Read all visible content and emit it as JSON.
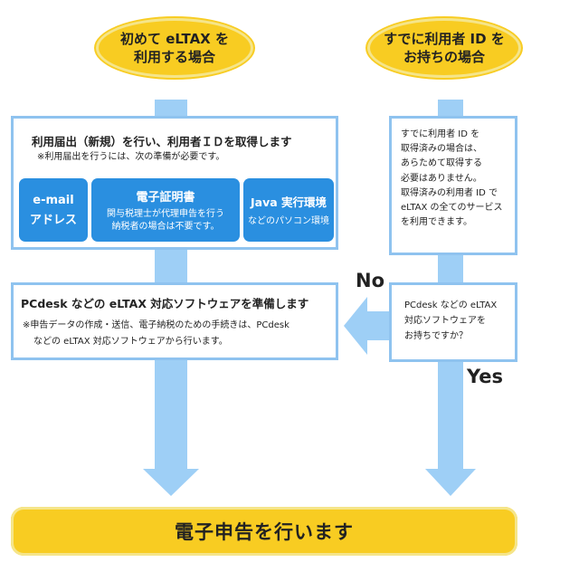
{
  "start_new": {
    "line1": "初めて eLTAX を",
    "line2": "利用する場合"
  },
  "start_existing": {
    "line1": "すでに利用者 ID を",
    "line2": "お持ちの場合"
  },
  "register_box": {
    "title": "利用届出（新規）を行い、利用者ＩＤを取得します",
    "note": "※利用届出を行うには、次の準備が必要です。",
    "req_email": {
      "line1": "e-mail",
      "line2": "アドレス"
    },
    "req_cert": {
      "title": "電子証明書",
      "line1": "関与税理士が代理申告を行う",
      "line2": "納税者の場合は不要です。"
    },
    "req_java": {
      "title": "Java 実行環境",
      "sub": "などのパソコン環境"
    }
  },
  "existing_box": {
    "lines": [
      "すでに利用者 ID を",
      "取得済みの場合は、",
      "あらためて取得する",
      "必要はありません。",
      "取得済みの利用者 ID で",
      "eLTAX の全てのサービス",
      "を利用できます。"
    ]
  },
  "software_box": {
    "title": "PCdesk などの eLTAX 対応ソフトウェアを準備します",
    "note1": "※申告データの作成・送信、電子納税のための手続きは、PCdesk",
    "note2": "などの eLTAX 対応ソフトウェアから行います。"
  },
  "question_box": {
    "lines": [
      "PCdesk などの eLTAX",
      "対応ソフトウェアを",
      "お持ちですか？"
    ]
  },
  "label_no": "No",
  "label_yes": "Yes",
  "final": {
    "label": "電子申告を行います"
  },
  "colors": {
    "arrow": "#9ecff6",
    "oval": "#f8cc22",
    "button": "#2a8fe0",
    "border": "#8fc3ef"
  }
}
